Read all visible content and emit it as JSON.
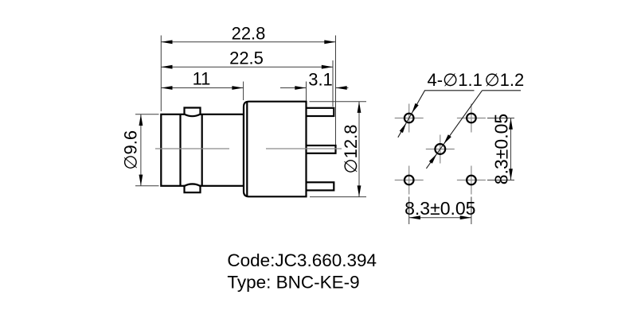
{
  "drawing": {
    "footer": {
      "code": "Code:JC3.660.394",
      "type": "Type: BNC-KE-9"
    },
    "side_view": {
      "dim_total_length": "22.8",
      "dim_length_to_outer_pins": "22.5",
      "dim_coupling_length": "11",
      "dim_pin_protrusion": "3.1",
      "dim_coupling_diameter": "∅9.6",
      "dim_body_diameter": "∅12.8"
    },
    "footprint_view": {
      "label_corner_holes": "4-∅1.1",
      "label_center_hole": "∅1.2",
      "dim_vertical_pitch": "8.3±0.05",
      "dim_horizontal_pitch": "8.3±0.05"
    },
    "colors": {
      "background": "#ffffff",
      "outline": "#000000",
      "dimension_lines": "#3d3d3d",
      "centerlines": "#8a8a8a",
      "text": "#000000"
    }
  }
}
